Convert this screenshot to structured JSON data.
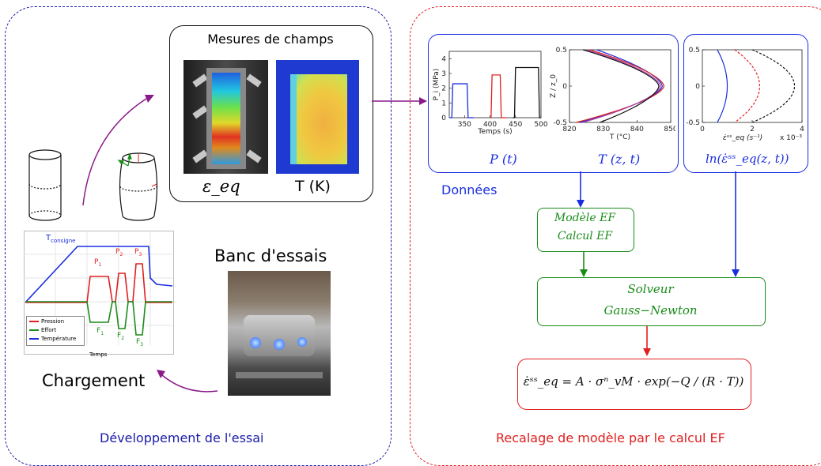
{
  "left_panel": {
    "title": "Développement de l'essai",
    "chargement_label": "Chargement",
    "banc_label": "Banc d'essais",
    "mesures": {
      "title": "Mesures de champs",
      "strain_label": "ε_eq",
      "temp_label": "T (K)"
    },
    "load_plot": {
      "t_consigne": "T",
      "t_consigne_sub": "consigne",
      "p1": "P",
      "p1_sub": "1",
      "p2": "P",
      "p2_sub": "2",
      "p3": "P",
      "p3_sub": "3",
      "f1": "F",
      "f1_sub": "1",
      "f2": "F",
      "f2_sub": "2",
      "f3": "F",
      "f3_sub": "3",
      "xlabel": "Temps",
      "legend": [
        "Pression",
        "Effort",
        "Température"
      ],
      "colors": {
        "pression": "#e02020",
        "effort": "#1a8c1a",
        "temperature": "#1a2ee0"
      }
    }
  },
  "right_panel": {
    "title": "Recalage de modèle par le calcul EF",
    "donnees_label": "Données",
    "pt_label": "P (t)",
    "tzt_label": "T (z, t)",
    "ln_label": "ln(ε̇ˢˢ_eq(z, t))",
    "modele_box": {
      "line1": "Modèle EF",
      "line2": "Calcul EF"
    },
    "solveur_box": {
      "line1": "Solveur",
      "line2": "Gauss−Newton"
    },
    "law": "ε̇ˢˢ_eq = A · σⁿ_vM · exp(−Q / (R · T))"
  },
  "chart_data": [
    {
      "type": "line",
      "xlabel": "Temps (s)",
      "ylabel": "P_i (MPa)",
      "xlim": [
        320,
        500
      ],
      "ylim": [
        0,
        4.5
      ],
      "xticks": [
        "350",
        "400",
        "450",
        "500"
      ],
      "yticks": [
        "0",
        "1",
        "2",
        "3",
        "4"
      ],
      "series": [
        {
          "color": "#1a2ee0",
          "x": [
            320,
            325,
            327,
            355,
            357,
            368
          ],
          "y": [
            0,
            0,
            2.3,
            2.3,
            0,
            0
          ]
        },
        {
          "color": "#e02020",
          "x": [
            400,
            402,
            404,
            420,
            422,
            432
          ],
          "y": [
            0,
            0,
            2.9,
            2.9,
            0,
            0
          ]
        },
        {
          "color": "#111111",
          "x": [
            445,
            448,
            450,
            495,
            497,
            500
          ],
          "y": [
            0,
            0,
            3.4,
            3.4,
            0,
            0
          ]
        }
      ]
    },
    {
      "type": "line",
      "xlabel": "T (°C)",
      "ylabel": "Z / z_0",
      "xlim": [
        820,
        850
      ],
      "ylim": [
        -0.5,
        0.5
      ],
      "xticks": [
        "820",
        "830",
        "840",
        "850"
      ],
      "yticks": [
        "0.5",
        "0",
        "-0.5"
      ],
      "series": [
        {
          "color": "#1a2ee0",
          "peak": 847.5,
          "ends": [
            828,
            823
          ]
        },
        {
          "color": "#e02020",
          "peak": 848.0,
          "ends": [
            826,
            822
          ]
        },
        {
          "color": "#aa44aa",
          "peak": 847.0,
          "ends": [
            825,
            824
          ]
        },
        {
          "color": "#111111",
          "peak": 846.5,
          "ends": [
            824,
            829
          ]
        }
      ]
    },
    {
      "type": "line",
      "xlabel": "ε̇ˢˢ_eq (s⁻¹)",
      "xunit": "x 10⁻³",
      "xlim": [
        0,
        4
      ],
      "ylim": [
        -0.5,
        0.5
      ],
      "xticks": [
        "0",
        "2",
        "4"
      ],
      "yticks": [
        "0.5",
        "0",
        "-0.5"
      ],
      "series": [
        {
          "color": "#1a2ee0",
          "style": "solid",
          "peak": 1.0,
          "end": 0.6
        },
        {
          "color": "#e02020",
          "style": "dashed",
          "peak": 2.3,
          "end": 1.3
        },
        {
          "color": "#111111",
          "style": "dashed",
          "peak": 3.7,
          "end": 2.0
        }
      ]
    }
  ]
}
